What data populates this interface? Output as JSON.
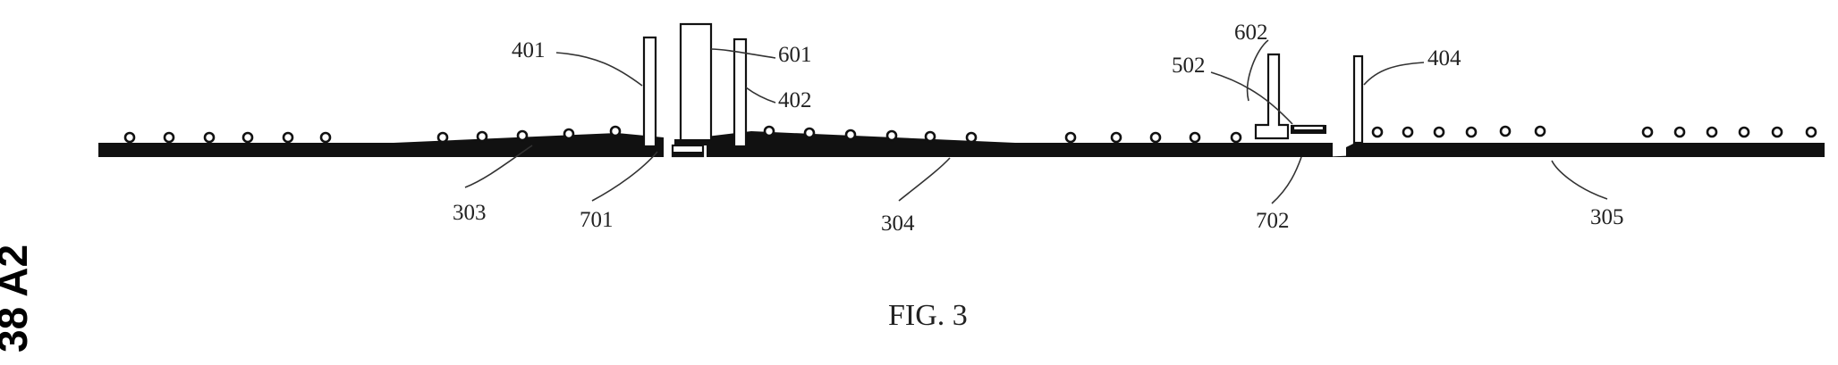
{
  "figure": {
    "caption": "FIG. 3",
    "side_text": "38 A2",
    "labels": {
      "l401": "401",
      "l601": "601",
      "l402": "402",
      "l602": "602",
      "l502": "502",
      "l404": "404",
      "l303": "303",
      "l701": "701",
      "l304": "304",
      "l702": "702",
      "l305": "305"
    }
  },
  "colors": {
    "ink": "#111111",
    "background": "#ffffff"
  }
}
